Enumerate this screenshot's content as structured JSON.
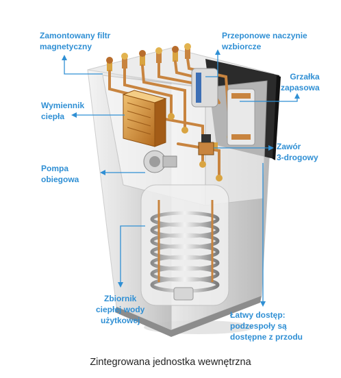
{
  "labels": {
    "magnetic_filter": [
      "Zamontowany filtr",
      "magnetyczny"
    ],
    "expansion_vessel": [
      "Przeponowe naczynie",
      "wzbiorcze"
    ],
    "backup_heater": [
      "Grzałka",
      "zapasowa"
    ],
    "heat_exchanger": [
      "Wymiennik",
      "ciepła"
    ],
    "three_way_valve": [
      "Zawór",
      "3-drogowy"
    ],
    "circulation_pump": [
      "Pompa",
      "obiegowa"
    ],
    "dhw_tank": [
      "Zbiornik",
      "ciepłej wody",
      "użytkowej"
    ],
    "easy_access": [
      "Łatwy dostęp:",
      "podzespoły są",
      "dostępne z przodu"
    ]
  },
  "caption": "Zintegrowana jednostka wewnętrzna",
  "colors": {
    "accent": "#2f8fd4",
    "cabinet_dark": "#2b2b2b",
    "copper": "#c8843f",
    "brass": "#d9a441"
  }
}
